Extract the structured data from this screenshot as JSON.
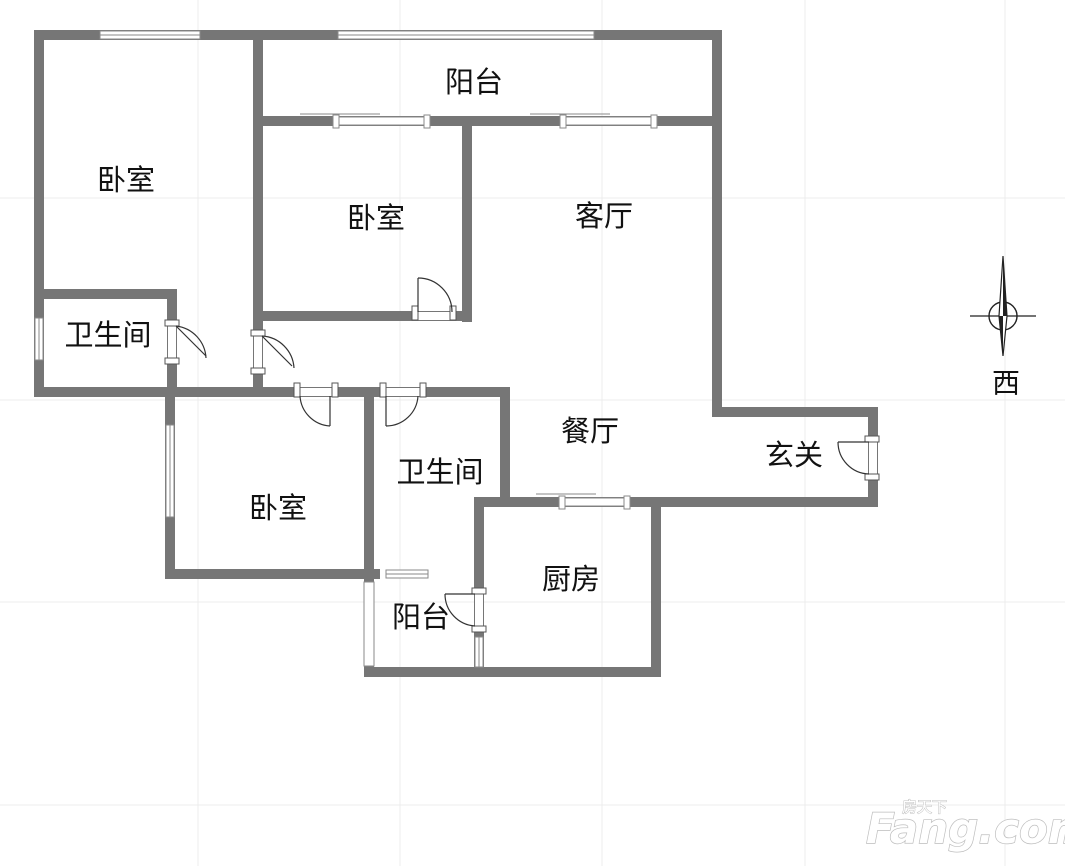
{
  "rooms": {
    "balcony_top": "阳台",
    "bedroom_left": "卧室",
    "bedroom_middle": "卧室",
    "living_room": "客厅",
    "bathroom_left": "卫生间",
    "dining_room": "餐厅",
    "entrance": "玄关",
    "bedroom_bottom": "卧室",
    "bathroom_bottom": "卫生间",
    "kitchen": "厨房",
    "balcony_bottom": "阳台"
  },
  "compass": {
    "label": "西"
  },
  "watermark": {
    "brand": "Fang.com",
    "tagline": "房天下"
  }
}
